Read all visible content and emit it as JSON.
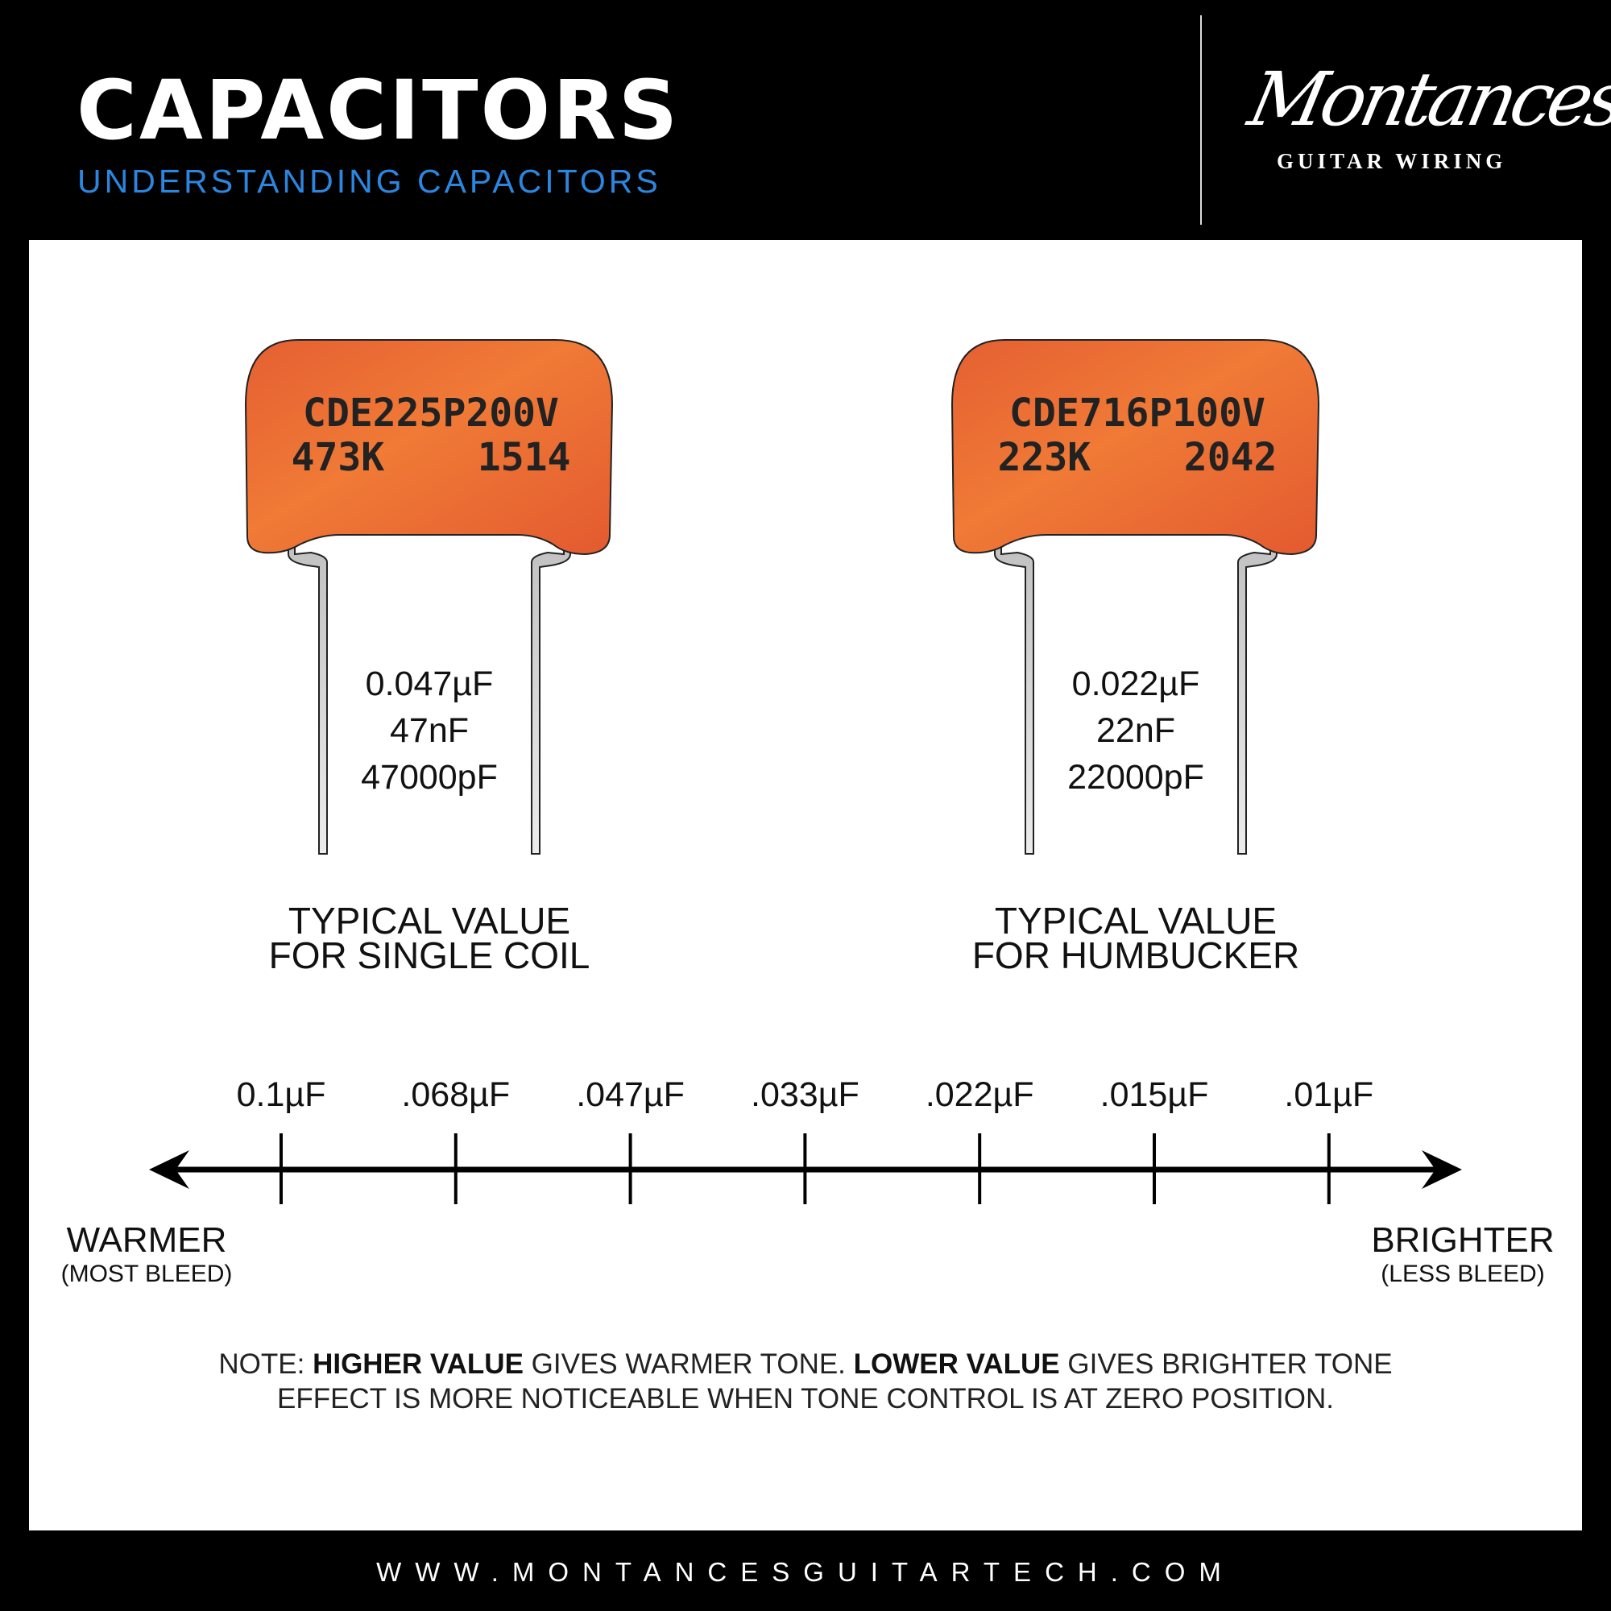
{
  "header": {
    "title": "CAPACITORS",
    "subtitle": "UNDERSTANDING CAPACITORS"
  },
  "logo": {
    "script": "Montances",
    "tagline": "GUITAR WIRING"
  },
  "capacitors": [
    {
      "code_line1": "CDE225P200V",
      "code_line2_left": "473K",
      "code_line2_right": "1514",
      "value_uf": "0.047µF",
      "value_nf": "47nF",
      "value_pf": "47000pF",
      "caption_line1": "TYPICAL VALUE",
      "caption_line2": "FOR SINGLE COIL"
    },
    {
      "code_line1": "CDE716P100V",
      "code_line2_left": "223K",
      "code_line2_right": "2042",
      "value_uf": "0.022µF",
      "value_nf": "22nF",
      "value_pf": "22000pF",
      "caption_line1": "TYPICAL VALUE",
      "caption_line2": "FOR HUMBUCKER"
    }
  ],
  "scale": {
    "ticks": [
      "0.1µF",
      ".068µF",
      ".047µF",
      ".033µF",
      ".022µF",
      ".015µF",
      ".01µF"
    ],
    "left_label": "WARMER",
    "left_sub": "(MOST BLEED)",
    "right_label": "BRIGHTER",
    "right_sub": "(LESS BLEED)"
  },
  "note": {
    "prefix": "NOTE: ",
    "bold1": "HIGHER VALUE",
    "mid": " GIVES WARMER TONE. ",
    "bold2": "LOWER VALUE",
    "suffix": " GIVES BRIGHTER TONE",
    "line2": "EFFECT IS MORE NOTICEABLE WHEN TONE CONTROL IS AT ZERO POSITION."
  },
  "footer": {
    "url": "WWW.MONTANCESGUITARTECH.COM"
  },
  "colors": {
    "accent": "#2b86e0",
    "capacitor": "#ec6b35"
  }
}
